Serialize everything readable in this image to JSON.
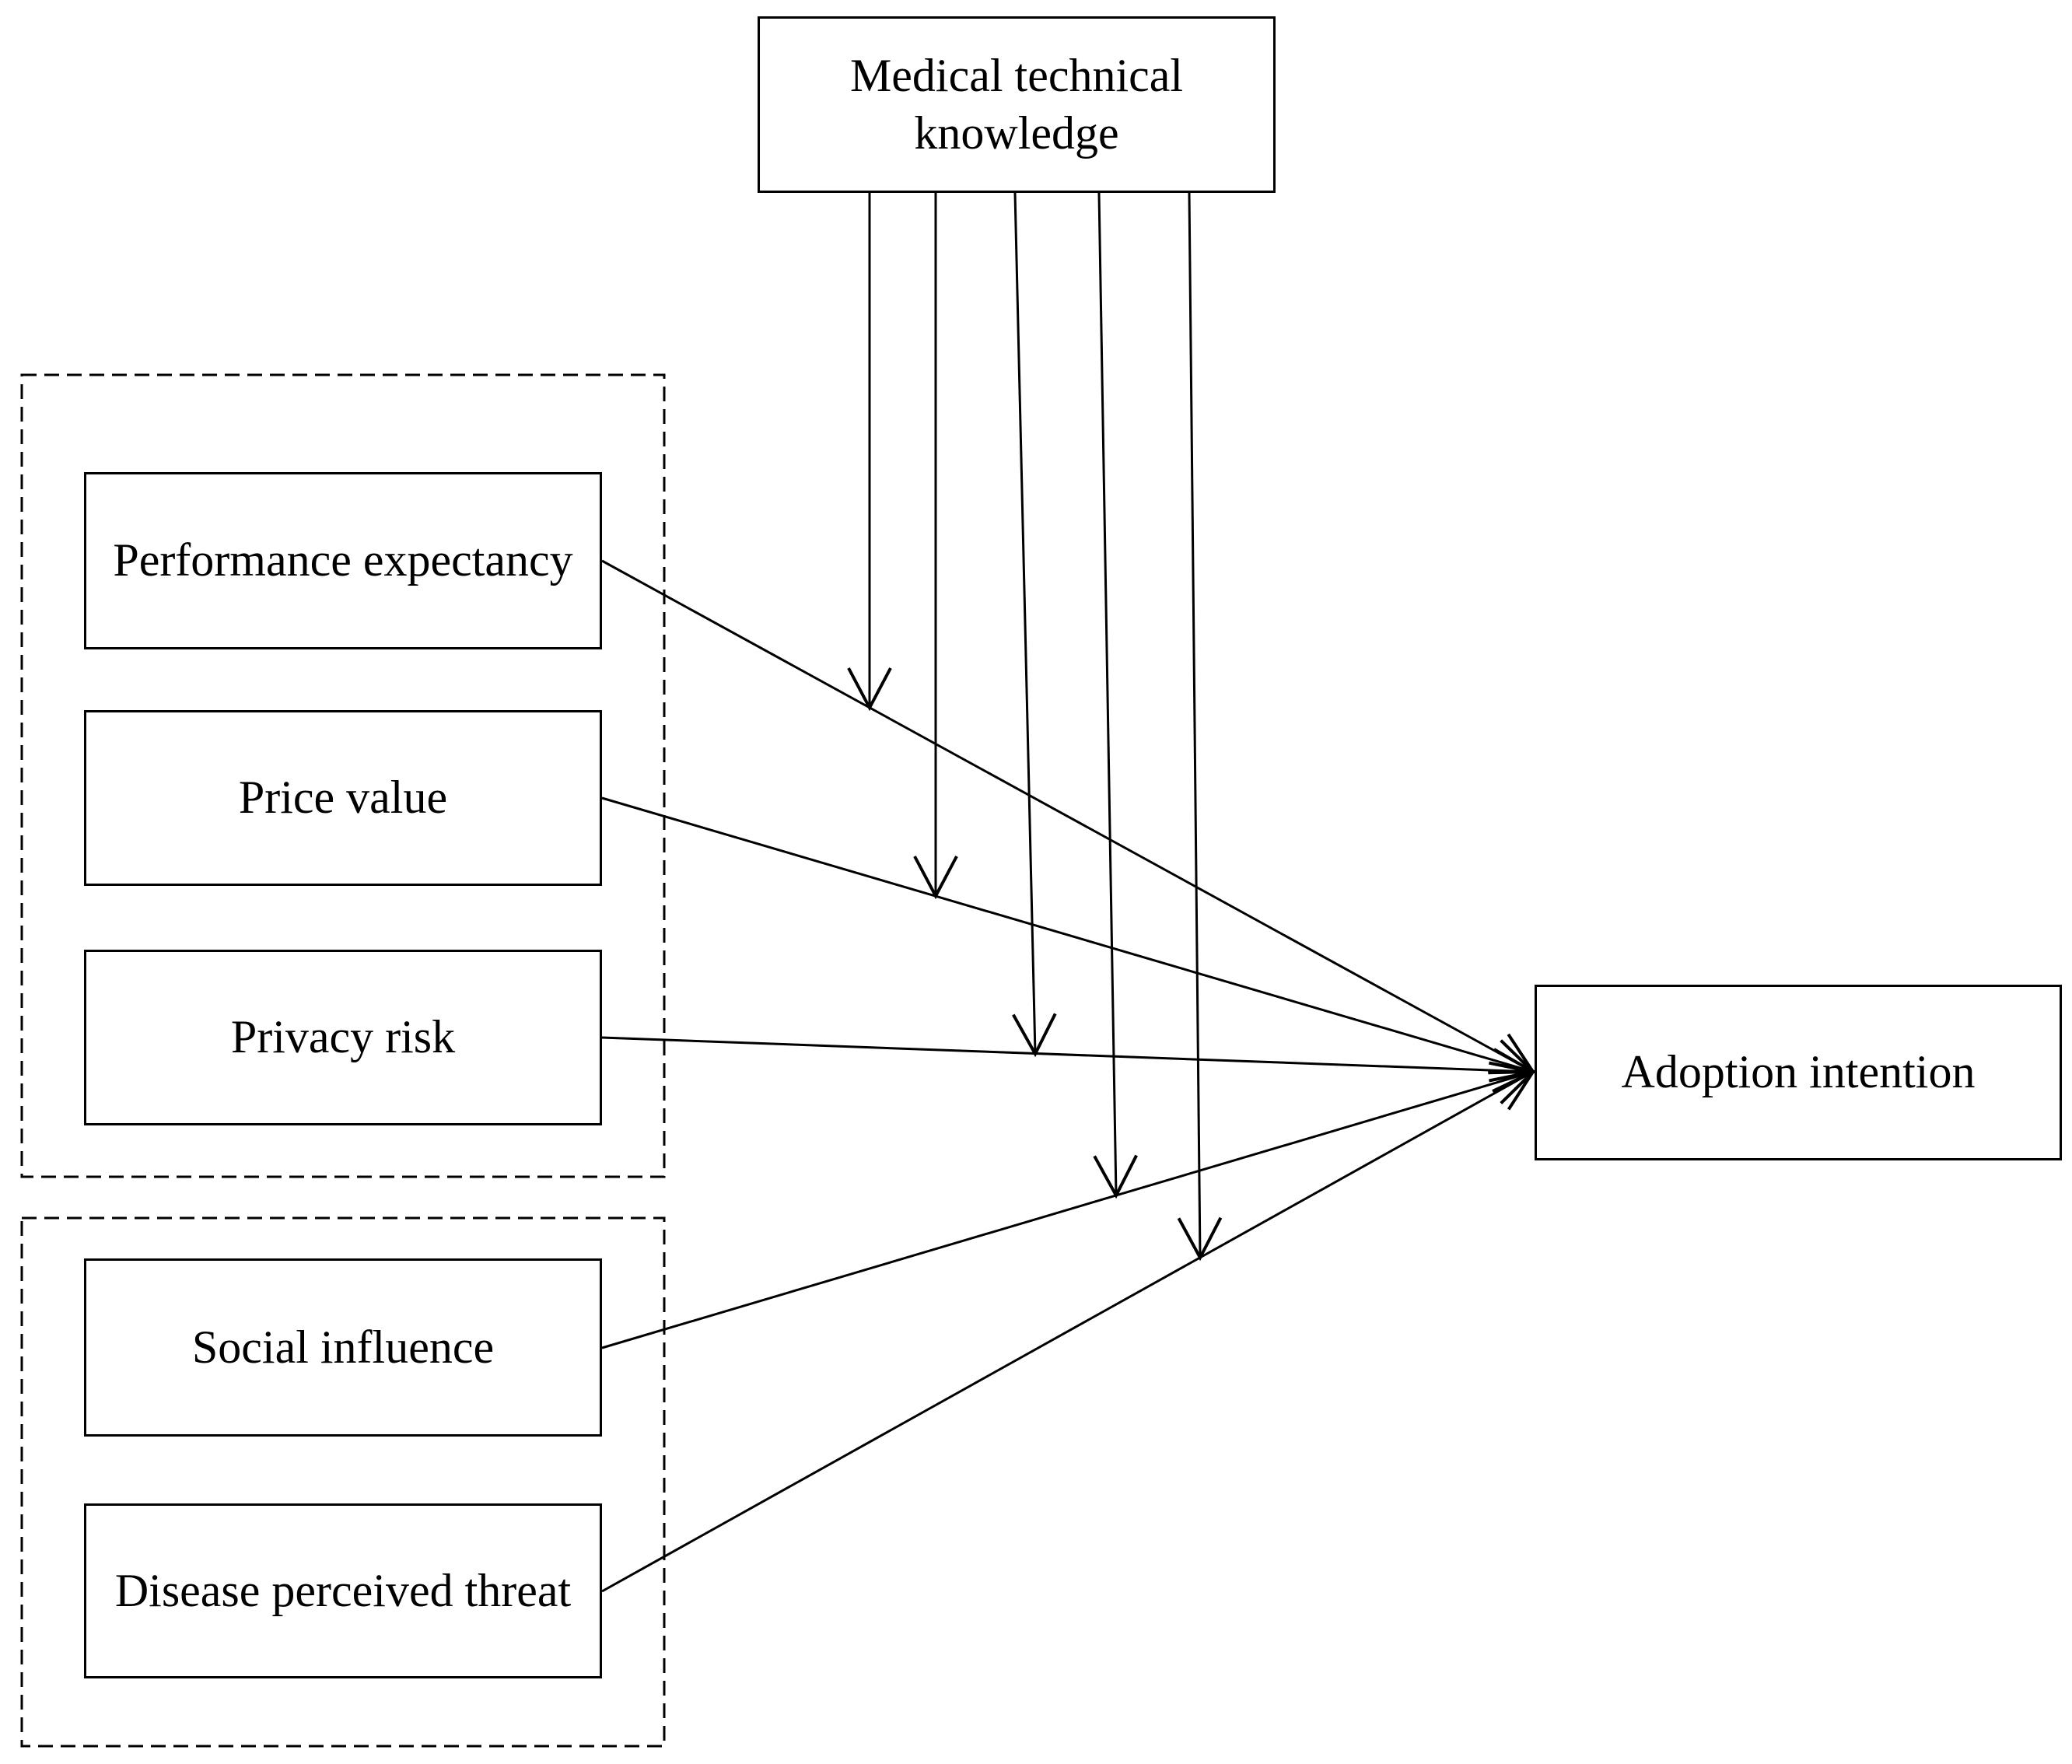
{
  "diagram": {
    "moderator": {
      "label": "Medical technical knowledge"
    },
    "groups": [
      {
        "items": [
          {
            "id": "performance",
            "label": "Performance expectancy"
          },
          {
            "id": "price",
            "label": "Price value"
          },
          {
            "id": "privacy",
            "label": "Privacy risk"
          }
        ]
      },
      {
        "items": [
          {
            "id": "social",
            "label": "Social influence"
          },
          {
            "id": "disease",
            "label": "Disease perceived threat"
          }
        ]
      }
    ],
    "outcome": {
      "label": "Adoption intention"
    },
    "edges": {
      "direct": [
        {
          "from": "Performance expectancy",
          "to": "Adoption intention"
        },
        {
          "from": "Price value",
          "to": "Adoption intention"
        },
        {
          "from": "Privacy risk",
          "to": "Adoption intention"
        },
        {
          "from": "Social influence",
          "to": "Adoption intention"
        },
        {
          "from": "Disease perceived threat",
          "to": "Adoption intention"
        }
      ],
      "moderation": [
        {
          "moderator": "Medical technical knowledge",
          "path": "Performance expectancy to Adoption intention"
        },
        {
          "moderator": "Medical technical knowledge",
          "path": "Price value to Adoption intention"
        },
        {
          "moderator": "Medical technical knowledge",
          "path": "Privacy risk to Adoption intention"
        },
        {
          "moderator": "Medical technical knowledge",
          "path": "Social influence to Adoption intention"
        },
        {
          "moderator": "Medical technical knowledge",
          "path": "Disease perceived threat to Adoption intention"
        }
      ]
    },
    "colors": {
      "line": "#000000",
      "box_border": "#000000",
      "box_fill": "#ffffff",
      "background": "#ffffff",
      "text": "#000000"
    }
  }
}
